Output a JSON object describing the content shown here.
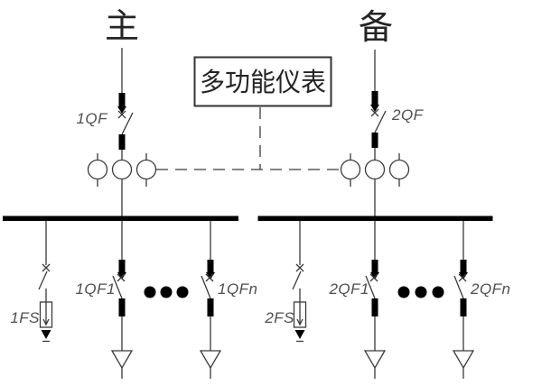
{
  "diagram": {
    "kind": "power single-line diagram with dual incomers and multifunction meter",
    "labels": {
      "main_source": "主",
      "backup_source": "备",
      "meter": "多功能仪表",
      "incomer_breaker_1": "1QF",
      "incomer_breaker_2": "2QF",
      "feeder_1_first": "1QF1",
      "feeder_1_last": "1QFn",
      "feeder_2_first": "2QF1",
      "feeder_2_last": "2QFn",
      "fuse_1": "1FS",
      "fuse_2": "2FS"
    },
    "colors": {
      "background": "#ffffff",
      "line": "#3a3a3a",
      "solid_black": "#000000",
      "label_gray": "#4f4f4f",
      "text_dark": "#242424"
    }
  }
}
